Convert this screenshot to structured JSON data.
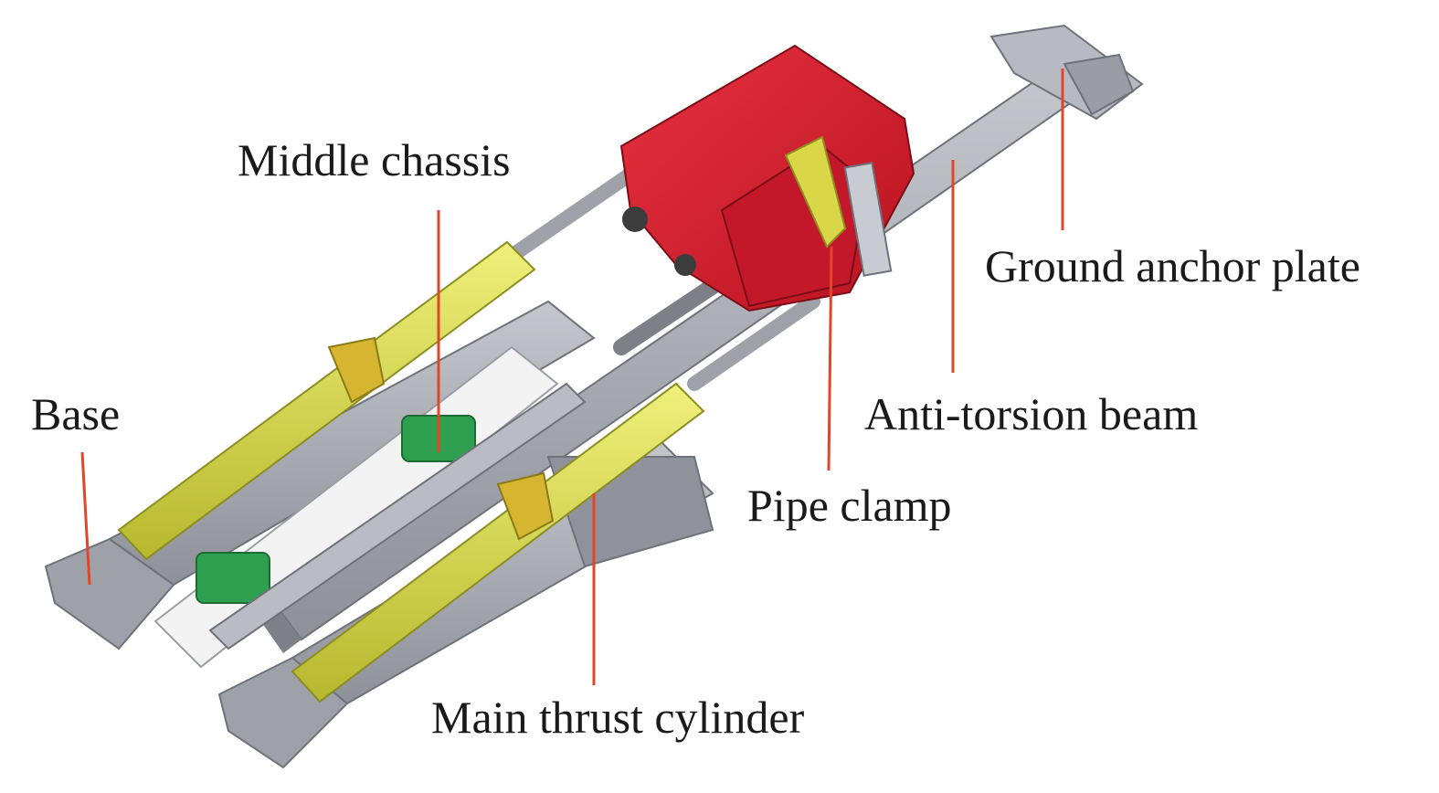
{
  "figure": {
    "labels": {
      "middle_chassis": "Middle chassis",
      "ground_anchor_plate": "Ground anchor plate",
      "base": "Base",
      "anti_torsion_beam": "Anti-torsion beam",
      "pipe_clamp": "Pipe clamp",
      "main_thrust_cylinder": "Main thrust cylinder"
    },
    "colors": {
      "leader_line": "#e0472a",
      "pipe_clamp_body": "#d81e2e",
      "thrust_cylinder": "#d7d84a",
      "frame_steel": "#a9acb3",
      "roller": "#2e9e4f",
      "pipe": "#f2f2f2"
    }
  }
}
